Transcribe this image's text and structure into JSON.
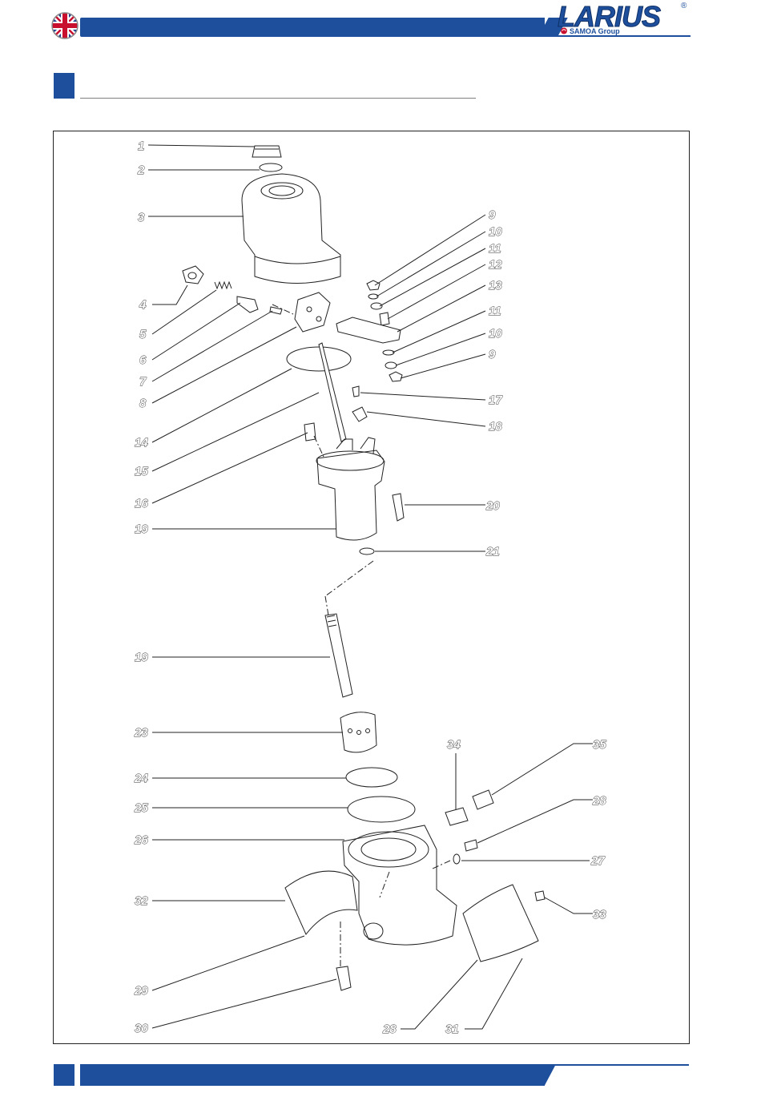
{
  "header": {
    "brand_name": "LARIUS",
    "brand_group": "SAMOA Group",
    "registered_mark": "®",
    "language_flag": "uk-flag-icon",
    "brand_color": "#1d4f9c"
  },
  "section": {
    "title": ""
  },
  "diagram": {
    "labels": [
      "1",
      "2",
      "3",
      "4",
      "5",
      "6",
      "7",
      "8",
      "9",
      "10",
      "11",
      "12",
      "13",
      "11",
      "10",
      "9",
      "17",
      "18",
      "14",
      "15",
      "16",
      "19",
      "20",
      "21",
      "19",
      "23",
      "24",
      "25",
      "26",
      "34",
      "35",
      "28",
      "27",
      "32",
      "33",
      "29",
      "30",
      "28",
      "31"
    ]
  }
}
